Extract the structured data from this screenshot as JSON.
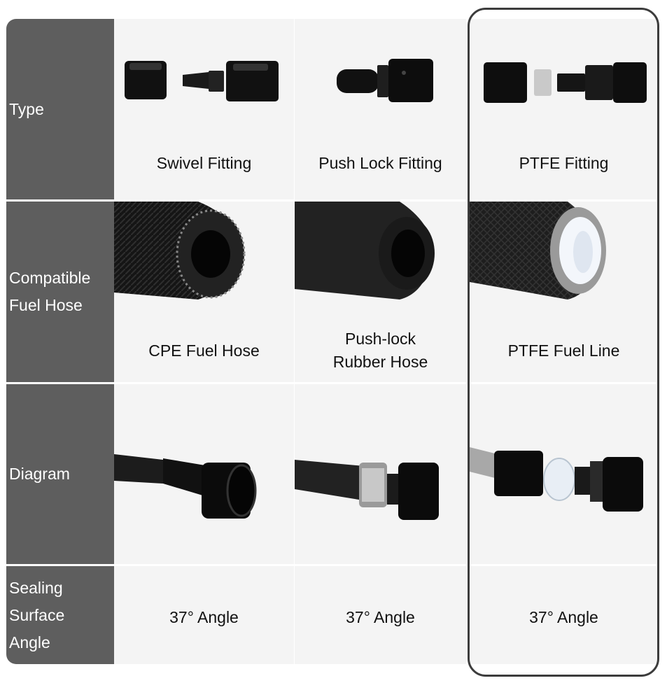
{
  "row_headers": [
    "Type",
    "Compatible\nFuel Hose",
    "Diagram",
    "Sealing\nSurface\nAngle"
  ],
  "columns": [
    {
      "type": "Swivel Fitting",
      "hose": "CPE Fuel Hose",
      "angle": "37° Angle"
    },
    {
      "type": "Push Lock Fitting",
      "hose": "Push-lock\nRubber Hose",
      "angle": "37° Angle"
    },
    {
      "type": "PTFE Fitting",
      "hose": "PTFE Fuel Line",
      "angle": "37° Angle"
    }
  ],
  "colors": {
    "header_bg": "#5e5e5e",
    "cell_bg": "#f4f4f4",
    "highlight_border": "#3c3c3c"
  }
}
